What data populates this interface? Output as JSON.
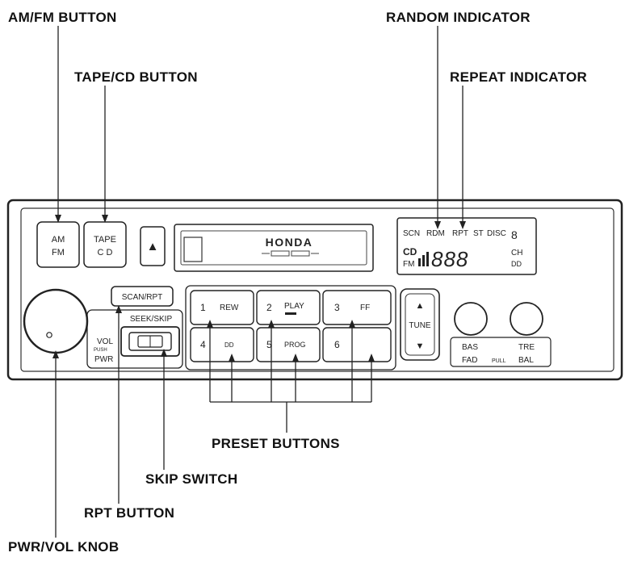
{
  "callouts": {
    "am_fm": "AM/FM BUTTON",
    "tape_cd": "TAPE/CD BUTTON",
    "random": "RANDOM INDICATOR",
    "repeat": "REPEAT INDICATOR",
    "preset": "PRESET BUTTONS",
    "skip": "SKIP SWITCH",
    "rpt": "RPT BUTTON",
    "pwr_vol": "PWR/VOL KNOB"
  },
  "buttons": {
    "am": "AM",
    "fm": "FM",
    "tape": "TAPE",
    "cd": "C D",
    "eject": "▲",
    "scan_rpt": "SCAN/RPT",
    "seek_skip": "SEEK/SKIP",
    "vol": "VOL",
    "push": "PUSH",
    "pwr": "PWR",
    "tune": "TUNE",
    "tune_up": "▲",
    "tune_down": "▼",
    "bas": "BAS",
    "tre": "TRE",
    "fad": "FAD",
    "pull": "PULL",
    "bal": "BAL"
  },
  "brand": "HONDA",
  "presets": [
    {
      "num": "1",
      "label": "REW"
    },
    {
      "num": "2",
      "label": "PLAY"
    },
    {
      "num": "3",
      "label": "FF"
    },
    {
      "num": "4",
      "label": "DD"
    },
    {
      "num": "5",
      "label": "PROG"
    },
    {
      "num": "6",
      "label": ""
    }
  ],
  "display": {
    "indicators": [
      "SCN",
      "RDM",
      "RPT",
      "ST",
      "DISC"
    ],
    "cd": "CD",
    "fm": "FM",
    "digits": "888",
    "ch": "CH",
    "dd": "DD"
  }
}
